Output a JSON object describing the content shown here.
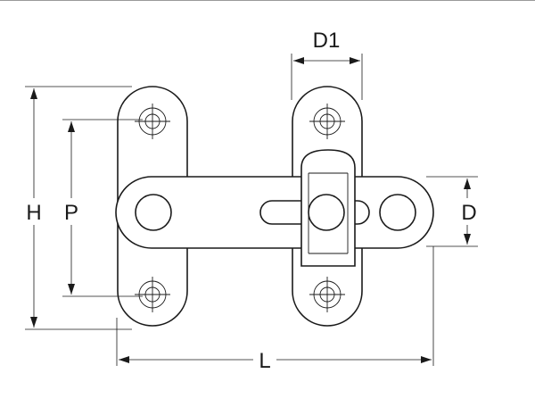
{
  "dimensions": {
    "d1": "D1",
    "h": "H",
    "p": "P",
    "d": "D",
    "l": "L"
  },
  "colors": {
    "line": "#1a1a1a",
    "background": "#ffffff",
    "frame": "#9a9a9a"
  }
}
